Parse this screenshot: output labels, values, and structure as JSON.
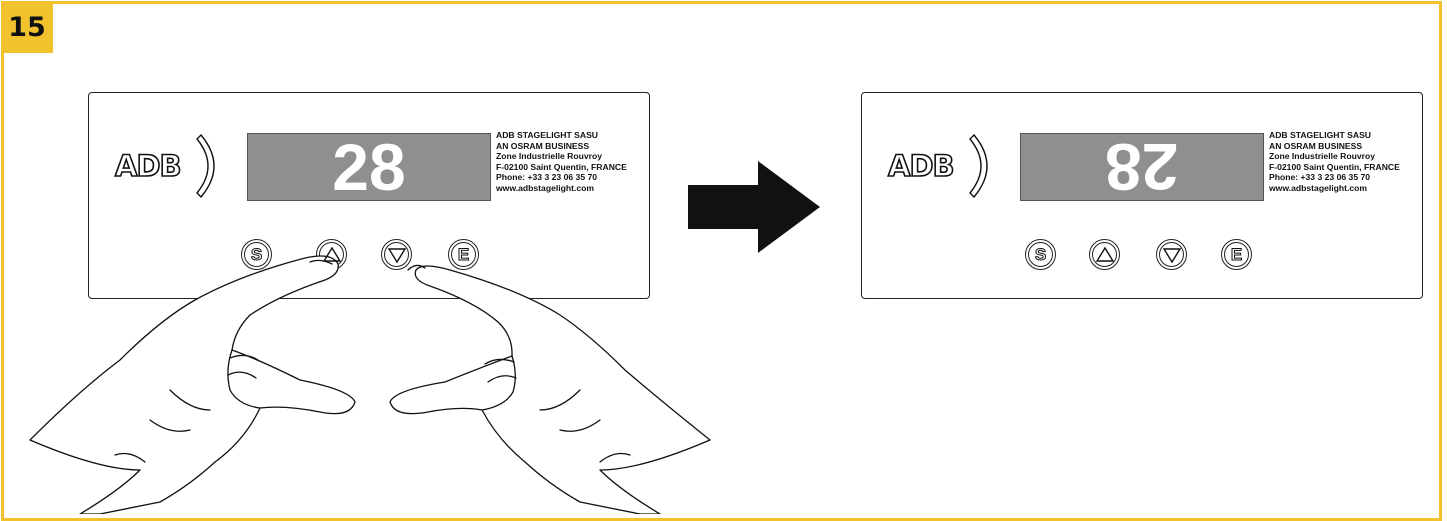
{
  "step_number": "15",
  "colors": {
    "frame": "#f2c12e",
    "display": "#8f8f8f",
    "ink": "#111111"
  },
  "before": {
    "logo": "ADB",
    "display_value": "28",
    "address": [
      "ADB STAGELIGHT SASU",
      "AN OSRAM BUSINESS",
      "Zone Industrielle Rouvroy",
      "F-02100 Saint Quentin, FRANCE",
      "Phone: +33 3 23 06 35 70",
      "www.adbstagelight.com"
    ],
    "buttons": {
      "s": "S",
      "up": "up-triangle-icon",
      "down": "down-triangle-icon",
      "e": "E"
    },
    "pressed_buttons": [
      "up",
      "down"
    ]
  },
  "after": {
    "logo": "ADB",
    "display_value": "28",
    "display_orientation": "rotated-180",
    "address": [
      "ADB STAGELIGHT SASU",
      "AN OSRAM BUSINESS",
      "Zone Industrielle Rouvroy",
      "F-02100 Saint Quentin, FRANCE",
      "Phone: +33 3 23 06 35 70",
      "www.adbstagelight.com"
    ],
    "buttons": {
      "s": "S",
      "up": "up-triangle-icon",
      "down": "down-triangle-icon",
      "e": "E"
    }
  },
  "transition_icon": "right-arrow-icon"
}
